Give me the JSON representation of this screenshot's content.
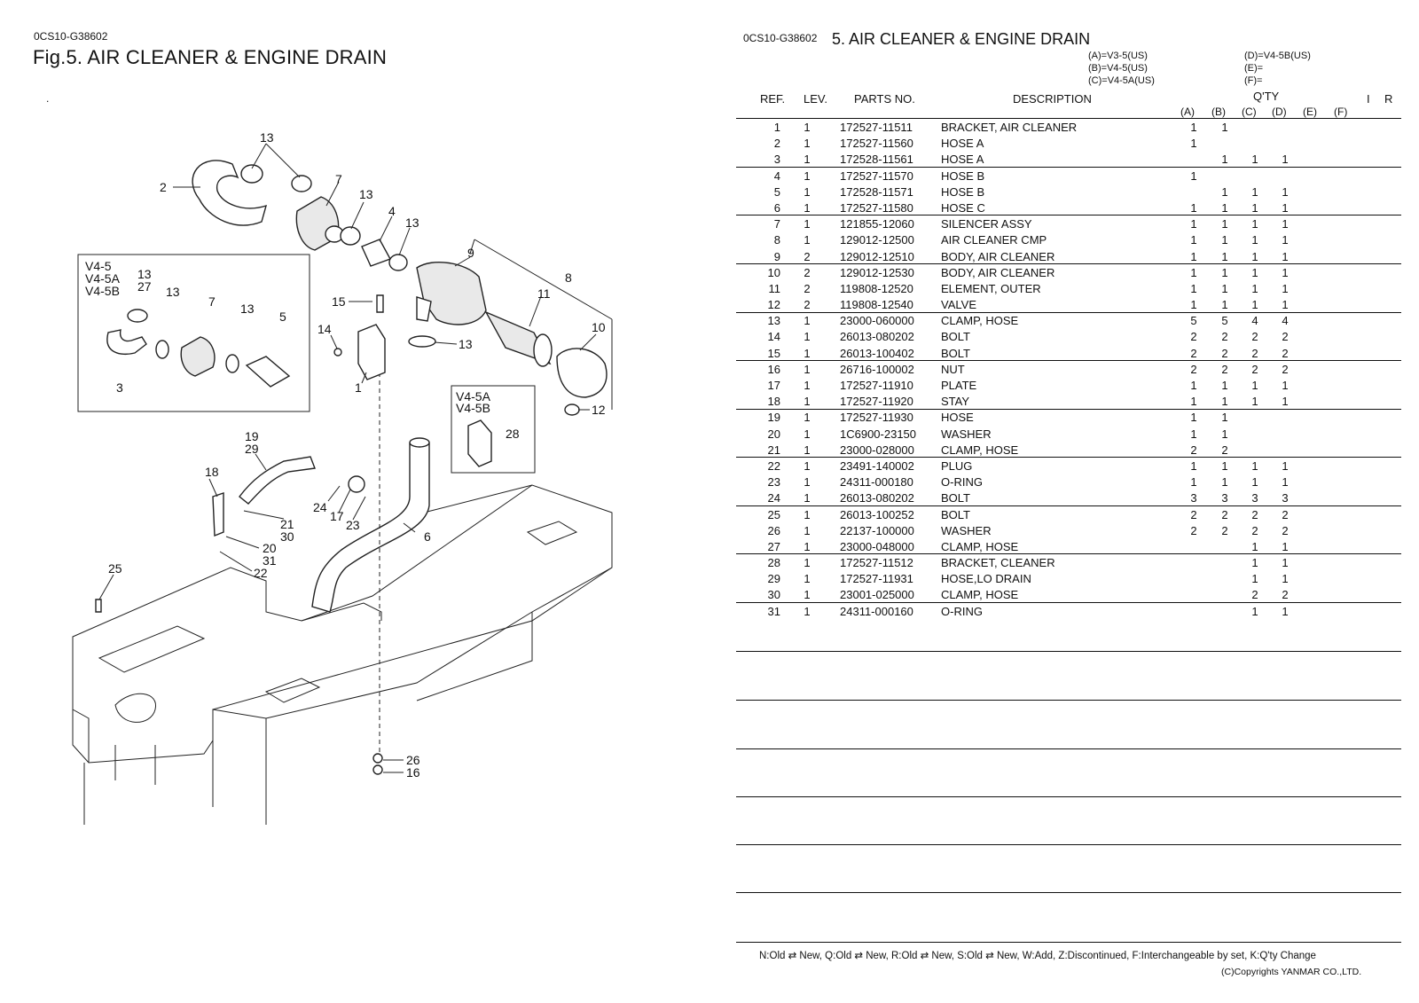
{
  "left_page": {
    "code": "0CS10-G38602",
    "title": "Fig.5.  AIR CLEANER & ENGINE DRAIN",
    "dot": ".",
    "callouts": [
      "13",
      "2",
      "7",
      "13",
      "4",
      "13",
      "9",
      "8",
      "11",
      "15",
      "14",
      "1",
      "13",
      "10",
      "12",
      "19",
      "29",
      "18",
      "21",
      "30",
      "24",
      "17",
      "23",
      "6",
      "20",
      "31",
      "22",
      "25",
      "26",
      "16"
    ],
    "inset1_labels": [
      "V4-5",
      "V4-5A",
      "V4-5B",
      "13",
      "27",
      "13",
      "7",
      "13",
      "5",
      "3"
    ],
    "inset2_labels": [
      "V4-5A",
      "V4-5B",
      "28"
    ]
  },
  "right_page": {
    "code": "0CS10-G38602",
    "title": "5.  AIR CLEANER & ENGINE DRAIN",
    "legend_left": [
      "(A)=V3-5(US)",
      "(B)=V4-5(US)",
      "(C)=V4-5A(US)"
    ],
    "legend_right": [
      "(D)=V4-5B(US)",
      "(E)=",
      "(F)="
    ],
    "headers": {
      "ref": "REF.",
      "lev": "LEV.",
      "parts_no": "PARTS NO.",
      "description": "DESCRIPTION",
      "qty": "Q'TY",
      "i": "I",
      "r": "R",
      "cols": [
        "(A)",
        "(B)",
        "(C)",
        "(D)",
        "(E)",
        "(F)"
      ]
    },
    "rows": [
      {
        "ref": "1",
        "lev": "1",
        "no": "172527-11511",
        "desc": "BRACKET, AIR CLEANER",
        "a": "1",
        "b": "1",
        "c": "",
        "d": ""
      },
      {
        "ref": "2",
        "lev": "1",
        "no": "172527-11560",
        "desc": "HOSE A",
        "a": "1",
        "b": "",
        "c": "",
        "d": ""
      },
      {
        "ref": "3",
        "lev": "1",
        "no": "172528-11561",
        "desc": "HOSE A",
        "a": "",
        "b": "1",
        "c": "1",
        "d": "1"
      },
      {
        "ref": "4",
        "lev": "1",
        "no": "172527-11570",
        "desc": "HOSE B",
        "a": "1",
        "b": "",
        "c": "",
        "d": ""
      },
      {
        "ref": "5",
        "lev": "1",
        "no": "172528-11571",
        "desc": "HOSE B",
        "a": "",
        "b": "1",
        "c": "1",
        "d": "1"
      },
      {
        "ref": "6",
        "lev": "1",
        "no": "172527-11580",
        "desc": "HOSE C",
        "a": "1",
        "b": "1",
        "c": "1",
        "d": "1"
      },
      {
        "ref": "7",
        "lev": "1",
        "no": "121855-12060",
        "desc": "SILENCER ASSY",
        "a": "1",
        "b": "1",
        "c": "1",
        "d": "1"
      },
      {
        "ref": "8",
        "lev": "1",
        "no": "129012-12500",
        "desc": "AIR CLEANER CMP",
        "a": "1",
        "b": "1",
        "c": "1",
        "d": "1"
      },
      {
        "ref": "9",
        "lev": "2",
        "no": "129012-12510",
        "desc": "BODY, AIR CLEANER",
        "a": "1",
        "b": "1",
        "c": "1",
        "d": "1"
      },
      {
        "ref": "10",
        "lev": "2",
        "no": "129012-12530",
        "desc": "BODY, AIR CLEANER",
        "a": "1",
        "b": "1",
        "c": "1",
        "d": "1"
      },
      {
        "ref": "11",
        "lev": "2",
        "no": "119808-12520",
        "desc": "ELEMENT, OUTER",
        "a": "1",
        "b": "1",
        "c": "1",
        "d": "1"
      },
      {
        "ref": "12",
        "lev": "2",
        "no": "119808-12540",
        "desc": "VALVE",
        "a": "1",
        "b": "1",
        "c": "1",
        "d": "1"
      },
      {
        "ref": "13",
        "lev": "1",
        "no": "23000-060000",
        "desc": "CLAMP, HOSE",
        "a": "5",
        "b": "5",
        "c": "4",
        "d": "4"
      },
      {
        "ref": "14",
        "lev": "1",
        "no": "26013-080202",
        "desc": "BOLT",
        "a": "2",
        "b": "2",
        "c": "2",
        "d": "2"
      },
      {
        "ref": "15",
        "lev": "1",
        "no": "26013-100402",
        "desc": "BOLT",
        "a": "2",
        "b": "2",
        "c": "2",
        "d": "2"
      },
      {
        "ref": "16",
        "lev": "1",
        "no": "26716-100002",
        "desc": "NUT",
        "a": "2",
        "b": "2",
        "c": "2",
        "d": "2"
      },
      {
        "ref": "17",
        "lev": "1",
        "no": "172527-11910",
        "desc": "PLATE",
        "a": "1",
        "b": "1",
        "c": "1",
        "d": "1"
      },
      {
        "ref": "18",
        "lev": "1",
        "no": "172527-11920",
        "desc": "STAY",
        "a": "1",
        "b": "1",
        "c": "1",
        "d": "1"
      },
      {
        "ref": "19",
        "lev": "1",
        "no": "172527-11930",
        "desc": "HOSE",
        "a": "1",
        "b": "1",
        "c": "",
        "d": ""
      },
      {
        "ref": "20",
        "lev": "1",
        "no": "1C6900-23150",
        "desc": "WASHER",
        "a": "1",
        "b": "1",
        "c": "",
        "d": ""
      },
      {
        "ref": "21",
        "lev": "1",
        "no": "23000-028000",
        "desc": "CLAMP, HOSE",
        "a": "2",
        "b": "2",
        "c": "",
        "d": ""
      },
      {
        "ref": "22",
        "lev": "1",
        "no": "23491-140002",
        "desc": "PLUG",
        "a": "1",
        "b": "1",
        "c": "1",
        "d": "1"
      },
      {
        "ref": "23",
        "lev": "1",
        "no": "24311-000180",
        "desc": "O-RING",
        "a": "1",
        "b": "1",
        "c": "1",
        "d": "1"
      },
      {
        "ref": "24",
        "lev": "1",
        "no": "26013-080202",
        "desc": "BOLT",
        "a": "3",
        "b": "3",
        "c": "3",
        "d": "3"
      },
      {
        "ref": "25",
        "lev": "1",
        "no": "26013-100252",
        "desc": "BOLT",
        "a": "2",
        "b": "2",
        "c": "2",
        "d": "2"
      },
      {
        "ref": "26",
        "lev": "1",
        "no": "22137-100000",
        "desc": "WASHER",
        "a": "2",
        "b": "2",
        "c": "2",
        "d": "2"
      },
      {
        "ref": "27",
        "lev": "1",
        "no": "23000-048000",
        "desc": "CLAMP, HOSE",
        "a": "",
        "b": "",
        "c": "1",
        "d": "1"
      },
      {
        "ref": "28",
        "lev": "1",
        "no": "172527-11512",
        "desc": "BRACKET, CLEANER",
        "a": "",
        "b": "",
        "c": "1",
        "d": "1"
      },
      {
        "ref": "29",
        "lev": "1",
        "no": "172527-11931",
        "desc": "HOSE,LO DRAIN",
        "a": "",
        "b": "",
        "c": "1",
        "d": "1"
      },
      {
        "ref": "30",
        "lev": "1",
        "no": "23001-025000",
        "desc": "CLAMP, HOSE",
        "a": "",
        "b": "",
        "c": "2",
        "d": "2"
      },
      {
        "ref": "31",
        "lev": "1",
        "no": "24311-000160",
        "desc": "O-RING",
        "a": "",
        "b": "",
        "c": "1",
        "d": "1"
      }
    ],
    "footer_note": "N:Old ⇄ New, Q:Old ⇄ New, R:Old ⇄ New, S:Old ⇄ New, W:Add, Z:Discontinued, F:Interchangeable by set, K:Q'ty Change",
    "copyright": "(C)Copyrights YANMAR CO.,LTD."
  }
}
